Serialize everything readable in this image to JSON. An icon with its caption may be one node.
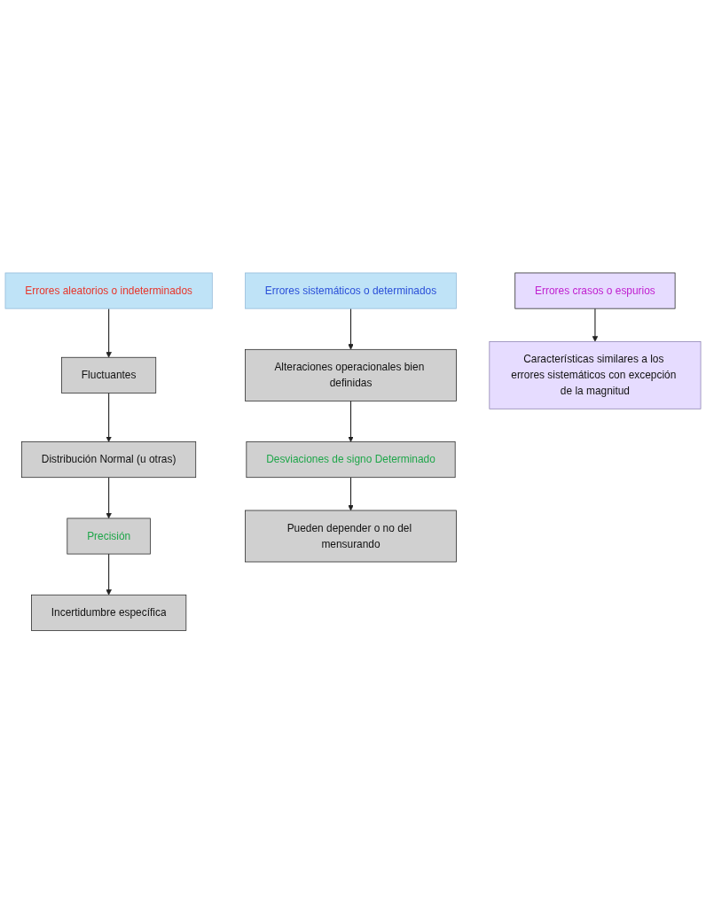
{
  "diagram": {
    "nodes": [
      {
        "text": [
          "Errores aleatorios o indeterminados"
        ]
      },
      {
        "text": [
          "Errores sistemáticos o determinados"
        ]
      },
      {
        "text": [
          "Fluctuantes"
        ]
      },
      {
        "text": [
          "Alteraciones operacionales bien definidas"
        ]
      },
      {
        "text": [
          "Distribución Normal (u otras)"
        ]
      },
      {
        "text": [
          "Desviaciones de signo Determinado"
        ]
      },
      {
        "text": [
          "Precisión"
        ]
      },
      {
        "text": [
          "Pueden depender o no del mensurando"
        ]
      },
      {
        "text": [
          "Incertidumbre específica"
        ]
      },
      {
        "text": [
          "Errores crasos o espurios"
        ]
      },
      {
        "text": [
          "Características similares a los errores sistemáticos con excepción de la magnitud"
        ]
      }
    ],
    "edges": [
      {
        "from": 0,
        "to": 2,
        "arrow": "to"
      },
      {
        "from": 2,
        "to": 4,
        "arrow": "to"
      },
      {
        "from": 4,
        "to": 6,
        "arrow": "to"
      },
      {
        "from": 6,
        "to": 8,
        "arrow": "to"
      },
      {
        "from": 1,
        "to": 3,
        "arrow": "to"
      },
      {
        "from": 3,
        "to": 5,
        "arrow": "to"
      },
      {
        "from": 5,
        "to": 7,
        "arrow": "to"
      },
      {
        "from": 9,
        "to": 10,
        "arrow": "to"
      }
    ]
  }
}
